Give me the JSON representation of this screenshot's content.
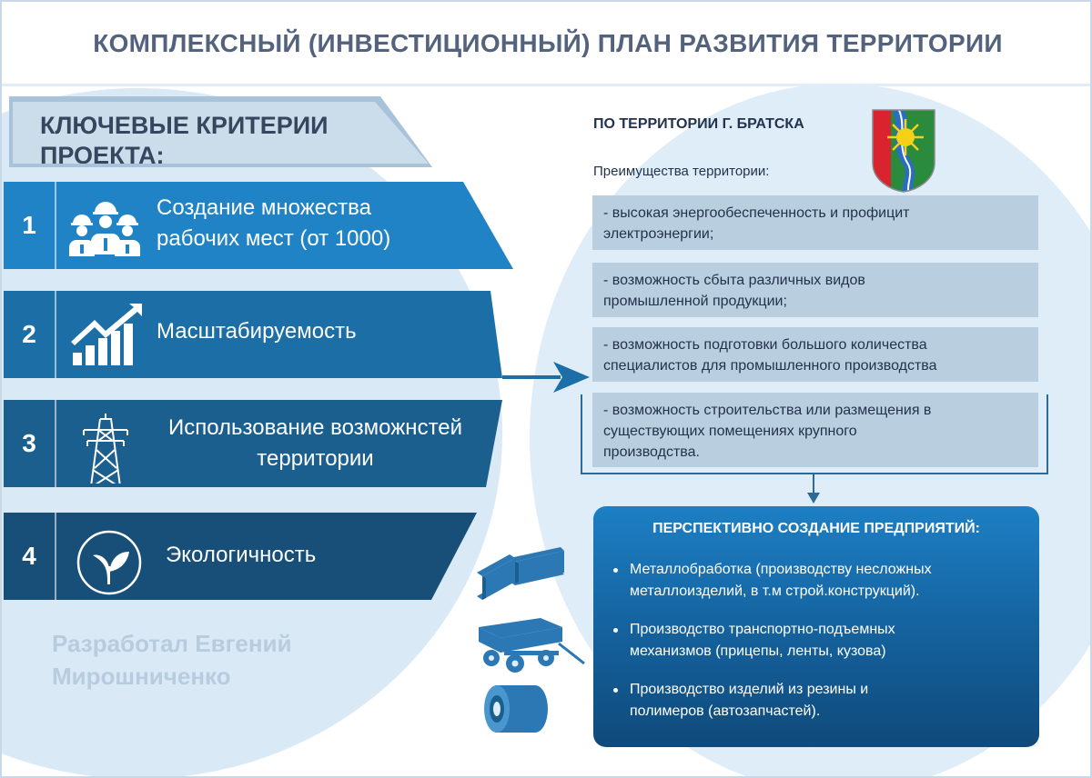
{
  "title": "КОМПЛЕКСНЫЙ (ИНВЕСТИЦИОННЫЙ) ПЛАН РАЗВИТИЯ ТЕРРИТОРИИ",
  "criteria": {
    "heading_line1": "КЛЮЧЕВЫЕ КРИТЕРИИ",
    "heading_line2": "ПРОЕКТА:",
    "items": [
      {
        "num": "1",
        "icon": "workers-icon",
        "line1": "Создание множества",
        "line2": "рабочих мест (от 1000)",
        "color": "#1f83c6"
      },
      {
        "num": "2",
        "icon": "growth-chart-icon",
        "line1": "Масштабируемость",
        "color": "#1c6ea6"
      },
      {
        "num": "3",
        "icon": "power-tower-icon",
        "line1": "Использование возможнстей",
        "line2": "территории",
        "color": "#1b5f8f"
      },
      {
        "num": "4",
        "icon": "leaf-sprout-icon",
        "line1": "Экологичность",
        "color": "#174f78"
      }
    ]
  },
  "credit": {
    "line1": "Разработал Евгений",
    "line2": "Мирошниченко"
  },
  "territory": {
    "title": "ПО ТЕРРИТОРИИ Г. БРАТСКА",
    "crest_icon": "bratsk-coat-of-arms-icon",
    "advantages_title": "Преимущества территории:",
    "advantages": [
      {
        "line1": "- высокая энергообеспеченность и профицит",
        "line2": "электроэнергии;"
      },
      {
        "line1": "-  возможность сбыта различных видов",
        "line2": "промышленной продукции;"
      },
      {
        "line1": "- возможность подготовки большого количества",
        "line2": "специалистов для промышленного производства"
      },
      {
        "line1": "- возможность строительства или размещения в",
        "line2": "существующих помещениях крупного",
        "line3": "производства."
      }
    ]
  },
  "prospects": {
    "title": "ПЕРСПЕКТИВНО СОЗДАНИЕ ПРЕДПРИЯТИЙ:",
    "items": [
      {
        "line1": "Металлобработка (производству несложных",
        "line2": "металлоизделий, в т.м строй.конструкций)."
      },
      {
        "line1": "Производство транспортно-подъемных",
        "line2": "механизмов (прицепы, ленты, кузова)"
      },
      {
        "line1": "Производство изделий из резины и",
        "line2": "полимеров (автозапчастей)."
      }
    ],
    "icons": [
      "steel-beams-icon",
      "trailer-icon",
      "rubber-bushing-icon"
    ]
  },
  "colors": {
    "title": "#54637d",
    "accent": "#1f83c6",
    "bubble": "#d9e9f6"
  }
}
